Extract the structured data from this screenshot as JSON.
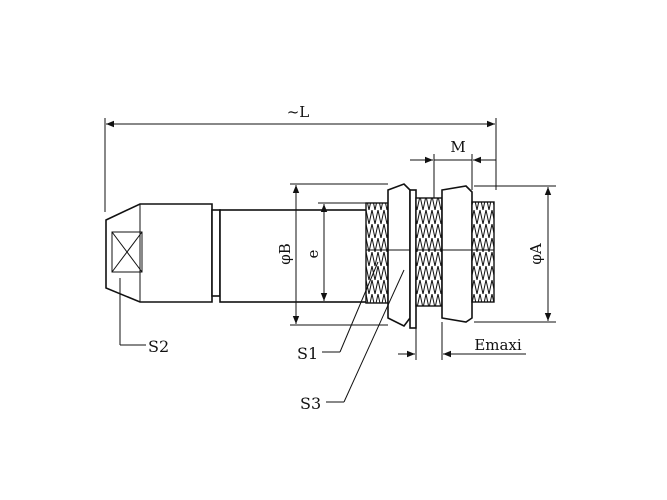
{
  "labels": {
    "length": "~L",
    "m": "M",
    "dia_b": "φB",
    "e": "e",
    "dia_a": "φA",
    "emaxi": "Emaxi",
    "s1": "S1",
    "s2": "S2",
    "s3": "S3"
  },
  "colors": {
    "line": "#111111",
    "background": "#ffffff"
  }
}
